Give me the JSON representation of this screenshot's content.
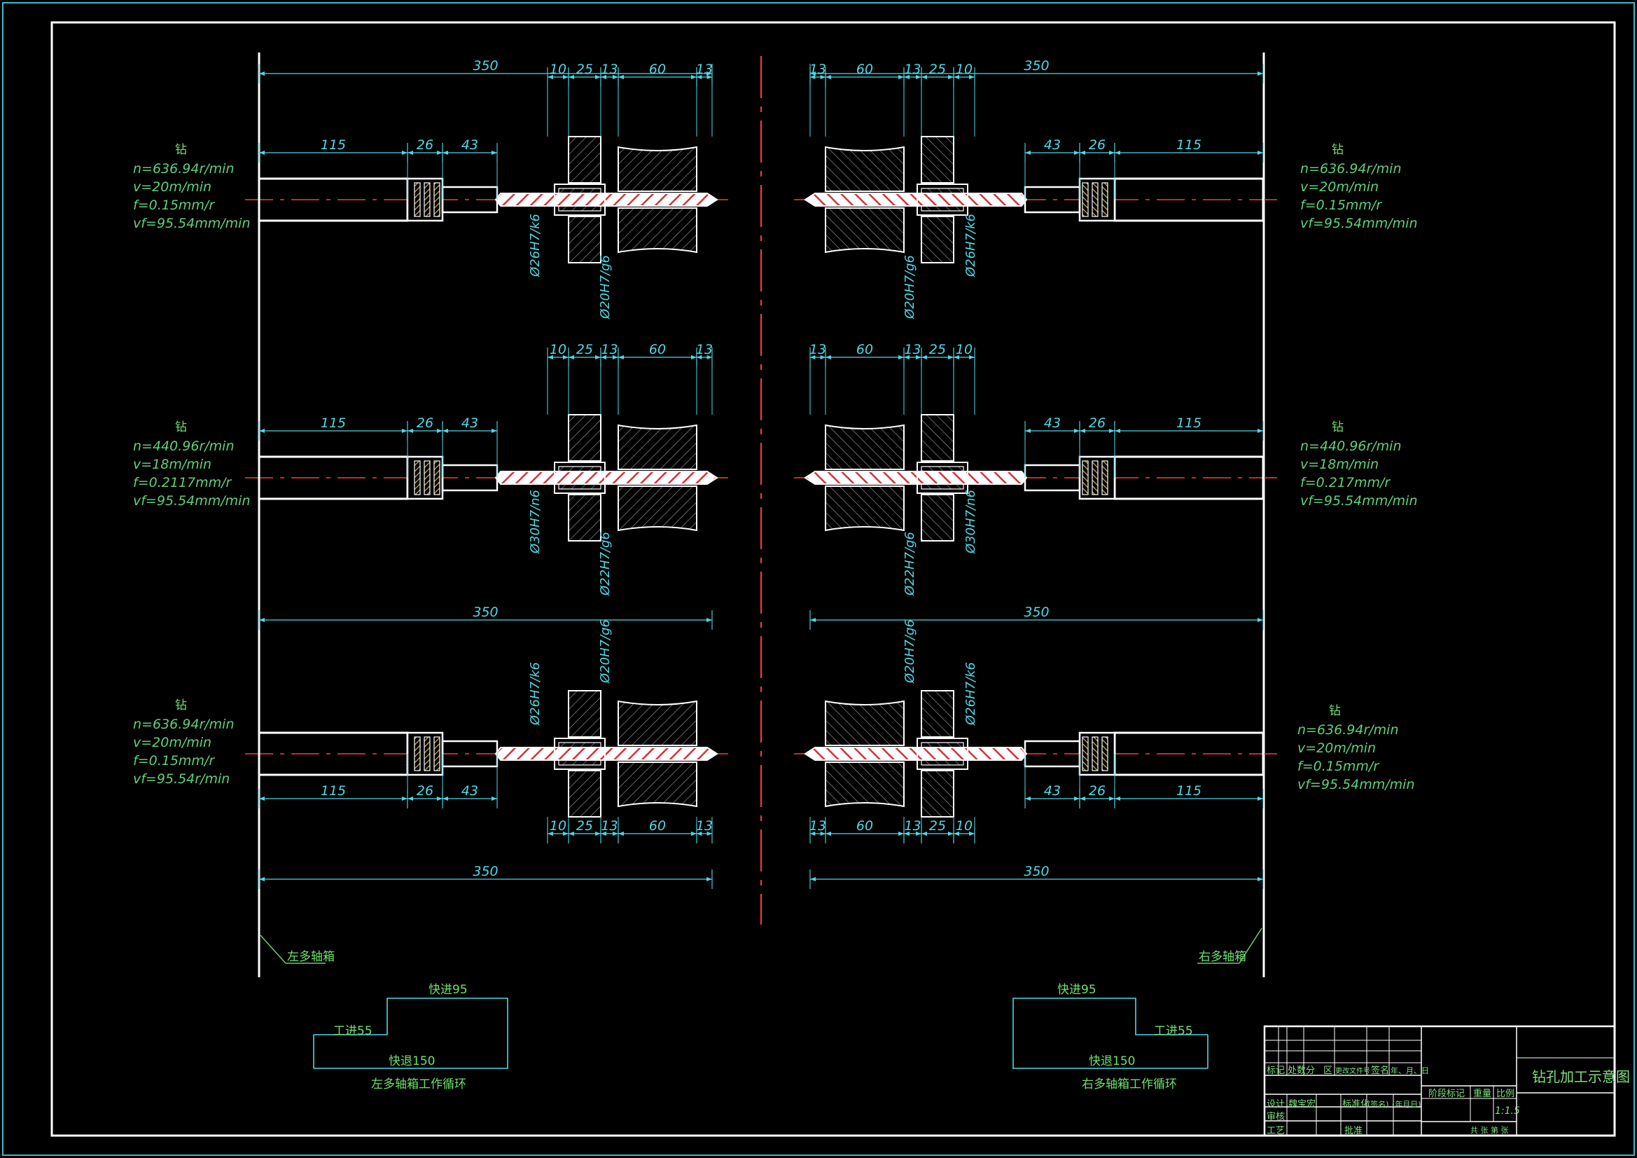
{
  "drawing": {
    "units": [
      {
        "key": "left-top",
        "mirror": false,
        "overall": "350",
        "right_dims": [
          "10",
          "25",
          "13",
          "60",
          "13"
        ],
        "left_dims": [
          "115",
          "26",
          "43"
        ],
        "fit_a": "Ø26H7/k6",
        "fit_b": "Ø20H7/g6",
        "op": "钻",
        "params": [
          "n=636.94r/min",
          "v=20m/min",
          "f=0.15mm/r",
          "vf=95.54mm/min"
        ]
      },
      {
        "key": "left-mid",
        "mirror": false,
        "right_dims": [
          "10",
          "25",
          "13",
          "60",
          "13"
        ],
        "left_dims": [
          "115",
          "26",
          "43"
        ],
        "fit_a": "Ø30H7/n6",
        "fit_b": "Ø22H7/g6",
        "op": "钻",
        "params": [
          "n=440.96r/min",
          "v=18m/min",
          "f=0.2117mm/r",
          "vf=95.54mm/min"
        ]
      },
      {
        "key": "left-bot",
        "mirror": false,
        "overall_top": "350",
        "overall_bottom": "350",
        "right_dims": [
          "10",
          "25",
          "13",
          "60",
          "13"
        ],
        "left_dims": [
          "115",
          "26",
          "43"
        ],
        "fit_a": "Ø26H7/k6",
        "fit_b": "Ø20H7/g6",
        "op": "钻",
        "params": [
          "n=636.94r/min",
          "v=20m/min",
          "f=0.15mm/r",
          "vf=95.54r/min"
        ]
      },
      {
        "key": "right-top",
        "mirror": true,
        "overall": "350",
        "right_dims": [
          "10",
          "25",
          "13",
          "60",
          "13"
        ],
        "left_dims": [
          "115",
          "26",
          "43"
        ],
        "fit_a": "Ø26H7/k6",
        "fit_b": "Ø20H7/g6",
        "op": "钻",
        "params": [
          "n=636.94r/min",
          "v=20m/min",
          "f=0.15mm/r",
          "vf=95.54mm/min"
        ]
      },
      {
        "key": "right-mid",
        "mirror": true,
        "right_dims": [
          "10",
          "25",
          "13",
          "60",
          "13"
        ],
        "left_dims": [
          "115",
          "26",
          "43"
        ],
        "fit_a": "Ø30H7/n6",
        "fit_b": "Ø22H7/g6",
        "op": "钻",
        "params": [
          "n=440.96r/min",
          "v=18m/min",
          "f=0.217mm/r",
          "vf=95.54mm/min"
        ]
      },
      {
        "key": "right-bot",
        "mirror": true,
        "overall_top": "350",
        "overall_bottom": "350",
        "right_dims": [
          "10",
          "25",
          "13",
          "60",
          "13"
        ],
        "left_dims": [
          "115",
          "26",
          "43"
        ],
        "fit_a": "Ø26H7/k6",
        "fit_b": "Ø20H7/g6",
        "op": "钻",
        "params": [
          "n=636.94r/min",
          "v=20m/min",
          "f=0.15mm/r",
          "vf=95.54mm/min"
        ]
      }
    ],
    "left_headstock_label": "左多轴箱",
    "right_headstock_label": "右多轴箱",
    "left_cycle": {
      "rapid_advance": "快进95",
      "work_feed": "工进55",
      "rapid_return": "快退150",
      "caption": "左多轴箱工作循环"
    },
    "right_cycle": {
      "rapid_advance": "快进95",
      "work_feed": "工进55",
      "rapid_return": "快退150",
      "caption": "右多轴箱工作循环"
    }
  },
  "title_block": {
    "drawing_title": "钻孔加工示意图",
    "scale": "1:1.5",
    "row_labels": [
      "标记",
      "处数",
      "分",
      "区",
      "更改文件号",
      "签名",
      "年、月、日"
    ],
    "design": "设计",
    "designer": "魏宝宏",
    "standardize": "标准化",
    "sign_hint": "(签名)",
    "date_hint": "(年月日)",
    "review": "审核",
    "process": "工艺",
    "approve": "批准",
    "stage_mark": "阶段标记",
    "weight": "重量",
    "ratio": "比例",
    "sheets": "共 张 第 张"
  },
  "colors": {
    "background": "#000000",
    "line": "#ffffff",
    "dimension": "#4fd7e6",
    "text": "#5fd07a",
    "centerline": "#ff3b3b",
    "border_outer": "#3fb8c8"
  }
}
